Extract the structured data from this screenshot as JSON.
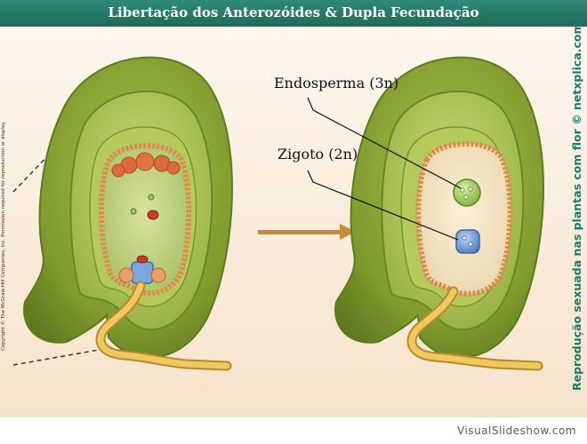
{
  "title": "Libertação dos Anterozóides & Dupla Fecundação",
  "labels": {
    "endosperm": "Endosperma (3n)",
    "zygote": "Zigoto (2n)"
  },
  "copyright": "Copyright © The McGraw-Hill Companies, Inc. Permission required for reproduction or display.",
  "side_caption": "Reprodução sexuada nas plantas com flor © netxplica.com",
  "watermark": "VisualSlideshow.com",
  "colors": {
    "title_bar": "#1f6b5c",
    "integument": "#8aa836",
    "embryo_sac": "#f5e6c8",
    "endosperm_nucleus": "#a9cf6a",
    "zygote": "#6f9fd8",
    "sperm_nucleus": "#c93a2a",
    "pollen_tube": "#f0c860",
    "arrow": "#c8893b"
  }
}
